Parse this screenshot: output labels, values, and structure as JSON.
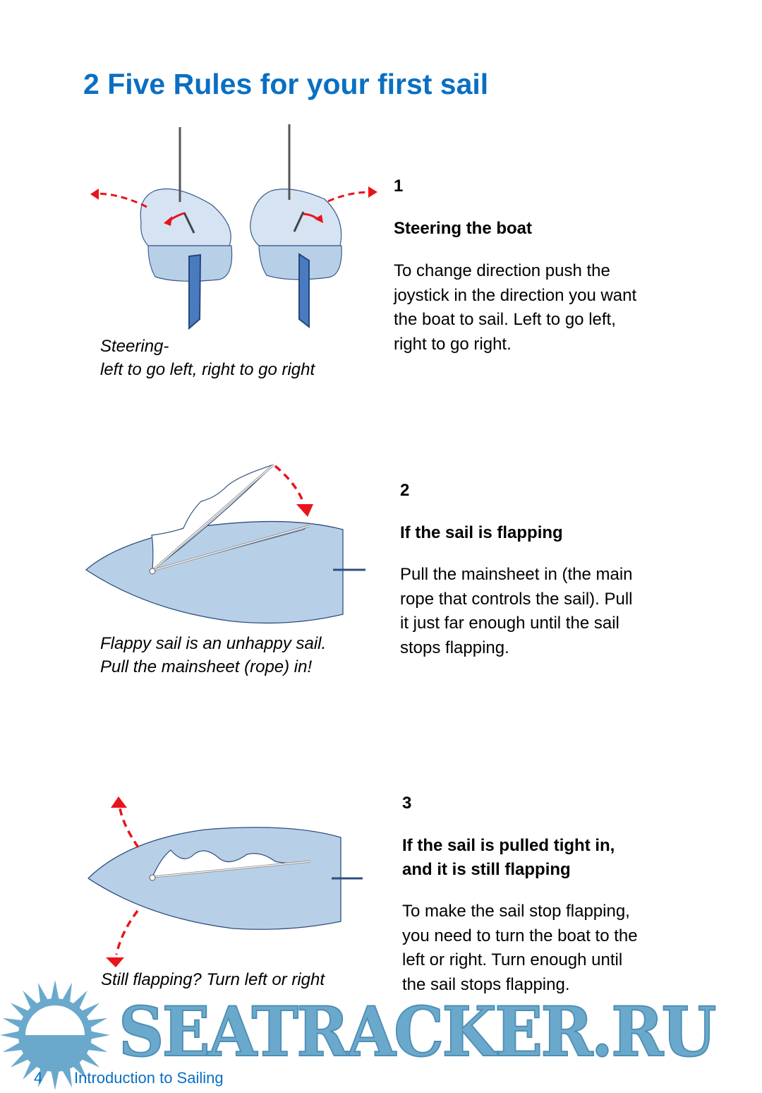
{
  "page_title": "2  Five Rules for your first sail",
  "rules": [
    {
      "number": "1",
      "heading": "Steering the boat",
      "body": [
        "To change direction push the",
        "joystick in the direction you want",
        "the boat to sail. Left to go left,",
        "right to go right."
      ],
      "caption": [
        "Steering-",
        "left to go left, right to go right"
      ]
    },
    {
      "number": "2",
      "heading": "If the sail is flapping",
      "body": [
        "Pull the mainsheet in (the main",
        "rope that controls the sail). Pull",
        "it just far enough until the sail",
        "stops flapping."
      ],
      "caption": [
        "Flappy sail is an unhappy sail.",
        "Pull the mainsheet (rope) in!"
      ]
    },
    {
      "number": "3",
      "heading": [
        "If the sail is pulled tight in,",
        "and it is still flapping"
      ],
      "body": [
        "To make the sail stop flapping,",
        "you need to turn the boat to the",
        "left or right. Turn enough until",
        "the sail stops flapping."
      ],
      "caption": [
        "Still flapping? Turn left or right"
      ]
    }
  ],
  "footer": {
    "page_number": "4",
    "section": "Introduction to Sailing"
  },
  "watermark": "SEATRACKER.RU",
  "colors": {
    "title": "#0a6fc2",
    "hull": "#b8cfe8",
    "arrow": "#e8141c",
    "watermark": "#6aa9cc"
  }
}
